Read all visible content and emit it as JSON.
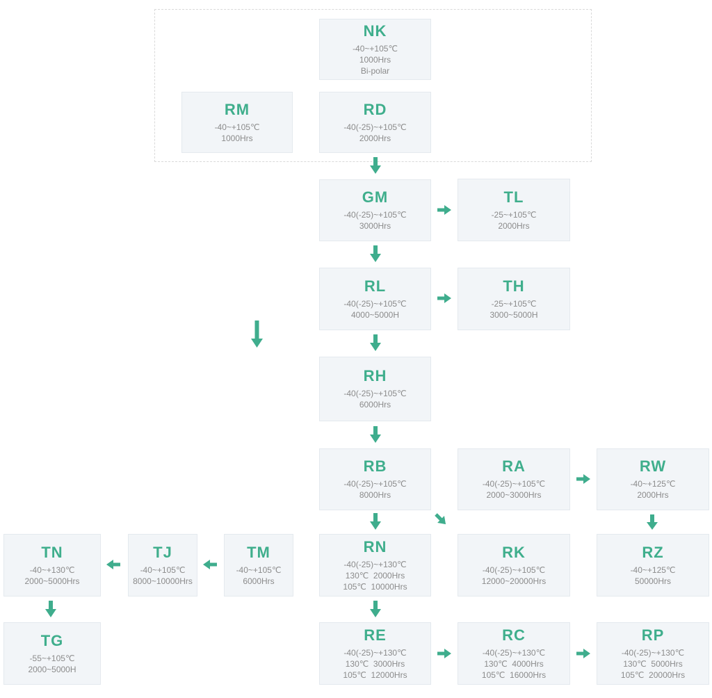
{
  "diagram": {
    "description": "Product series evolution flowchart",
    "colors": {
      "accent_green": "#3fae8c",
      "arrow_green": "#3fad8d",
      "box_background": "#f2f5f8",
      "box_border": "#e4e9ee",
      "body_text_gray": "#8b8b8b",
      "dotted_group_border": "#d9d9d9",
      "page_background": "#ffffff"
    }
  },
  "boxes": {
    "nk": {
      "title": "NK",
      "lines": [
        "-40~+105℃",
        "1000Hrs",
        "Bi-polar"
      ]
    },
    "rm": {
      "title": "RM",
      "lines": [
        "-40~+105℃",
        "1000Hrs"
      ]
    },
    "rd": {
      "title": "RD",
      "lines": [
        "-40(-25)~+105℃",
        "2000Hrs"
      ]
    },
    "gm": {
      "title": "GM",
      "lines": [
        "-40(-25)~+105℃",
        "3000Hrs"
      ]
    },
    "tl": {
      "title": "TL",
      "lines": [
        "-25~+105℃",
        "2000Hrs"
      ]
    },
    "rl": {
      "title": "RL",
      "lines": [
        "-40(-25)~+105℃",
        "4000~5000H"
      ]
    },
    "th": {
      "title": "TH",
      "lines": [
        "-25~+105℃",
        "3000~5000H"
      ]
    },
    "rh": {
      "title": "RH",
      "lines": [
        "-40(-25)~+105℃",
        "6000Hrs"
      ]
    },
    "rb": {
      "title": "RB",
      "lines": [
        "-40(-25)~+105℃",
        "8000Hrs"
      ]
    },
    "ra": {
      "title": "RA",
      "lines": [
        "-40(-25)~+105℃",
        "2000~3000Hrs"
      ]
    },
    "rw": {
      "title": "RW",
      "lines": [
        "-40~+125℃",
        "2000Hrs"
      ]
    },
    "tn": {
      "title": "TN",
      "lines": [
        "-40~+130℃",
        "2000~5000Hrs"
      ]
    },
    "tj": {
      "title": "TJ",
      "lines": [
        "-40~+105℃",
        "8000~10000Hrs"
      ]
    },
    "tm": {
      "title": "TM",
      "lines": [
        "-40~+105℃",
        "6000Hrs"
      ]
    },
    "rn": {
      "title": "RN",
      "lines": [
        "-40(-25)~+130℃",
        "130℃  2000Hrs",
        "105℃  10000Hrs"
      ]
    },
    "rk": {
      "title": "RK",
      "lines": [
        "-40(-25)~+105℃",
        "12000~20000Hrs"
      ]
    },
    "rz": {
      "title": "RZ",
      "lines": [
        "-40~+125℃",
        "50000Hrs"
      ]
    },
    "tg": {
      "title": "TG",
      "lines": [
        "-55~+105℃",
        "2000~5000H"
      ]
    },
    "re": {
      "title": "RE",
      "lines": [
        "-40(-25)~+130℃",
        "130℃  3000Hrs",
        "105℃  12000Hrs"
      ]
    },
    "rc": {
      "title": "RC",
      "lines": [
        "-40(-25)~+130℃",
        "130℃  4000Hrs",
        "105℃  16000Hrs"
      ]
    },
    "rp": {
      "title": "RP",
      "lines": [
        "-40(-25)~+130℃",
        "130℃  5000Hrs",
        "105℃  20000Hrs"
      ]
    }
  },
  "connections": [
    {
      "id": "rd-gm",
      "from": "RD",
      "to": "GM",
      "direction": "down"
    },
    {
      "id": "gm-tl",
      "from": "GM",
      "to": "TL",
      "direction": "right"
    },
    {
      "id": "gm-rl",
      "from": "GM",
      "to": "RL",
      "direction": "down"
    },
    {
      "id": "rl-th",
      "from": "RL",
      "to": "TH",
      "direction": "right"
    },
    {
      "id": "standalone",
      "from": "RM-group",
      "to": "TM-column",
      "direction": "down"
    },
    {
      "id": "rl-rh",
      "from": "RL",
      "to": "RH",
      "direction": "down"
    },
    {
      "id": "rh-rb",
      "from": "RH",
      "to": "RB",
      "direction": "down"
    },
    {
      "id": "ra-rw",
      "from": "RA",
      "to": "RW",
      "direction": "right"
    },
    {
      "id": "rb-rn",
      "from": "RB",
      "to": "RN",
      "direction": "down"
    },
    {
      "id": "rb-rk",
      "from": "RB",
      "to": "RK",
      "direction": "down-right"
    },
    {
      "id": "rw-rz",
      "from": "RW",
      "to": "RZ",
      "direction": "down"
    },
    {
      "id": "tj-tn",
      "from": "TJ",
      "to": "TN",
      "direction": "left"
    },
    {
      "id": "tm-tj",
      "from": "TM",
      "to": "TJ",
      "direction": "left"
    },
    {
      "id": "tn-tg",
      "from": "TN",
      "to": "TG",
      "direction": "down"
    },
    {
      "id": "rn-re",
      "from": "RN",
      "to": "RE",
      "direction": "down"
    },
    {
      "id": "re-rc",
      "from": "RE",
      "to": "RC",
      "direction": "right"
    },
    {
      "id": "rc-rp",
      "from": "RC",
      "to": "RP",
      "direction": "right"
    }
  ]
}
